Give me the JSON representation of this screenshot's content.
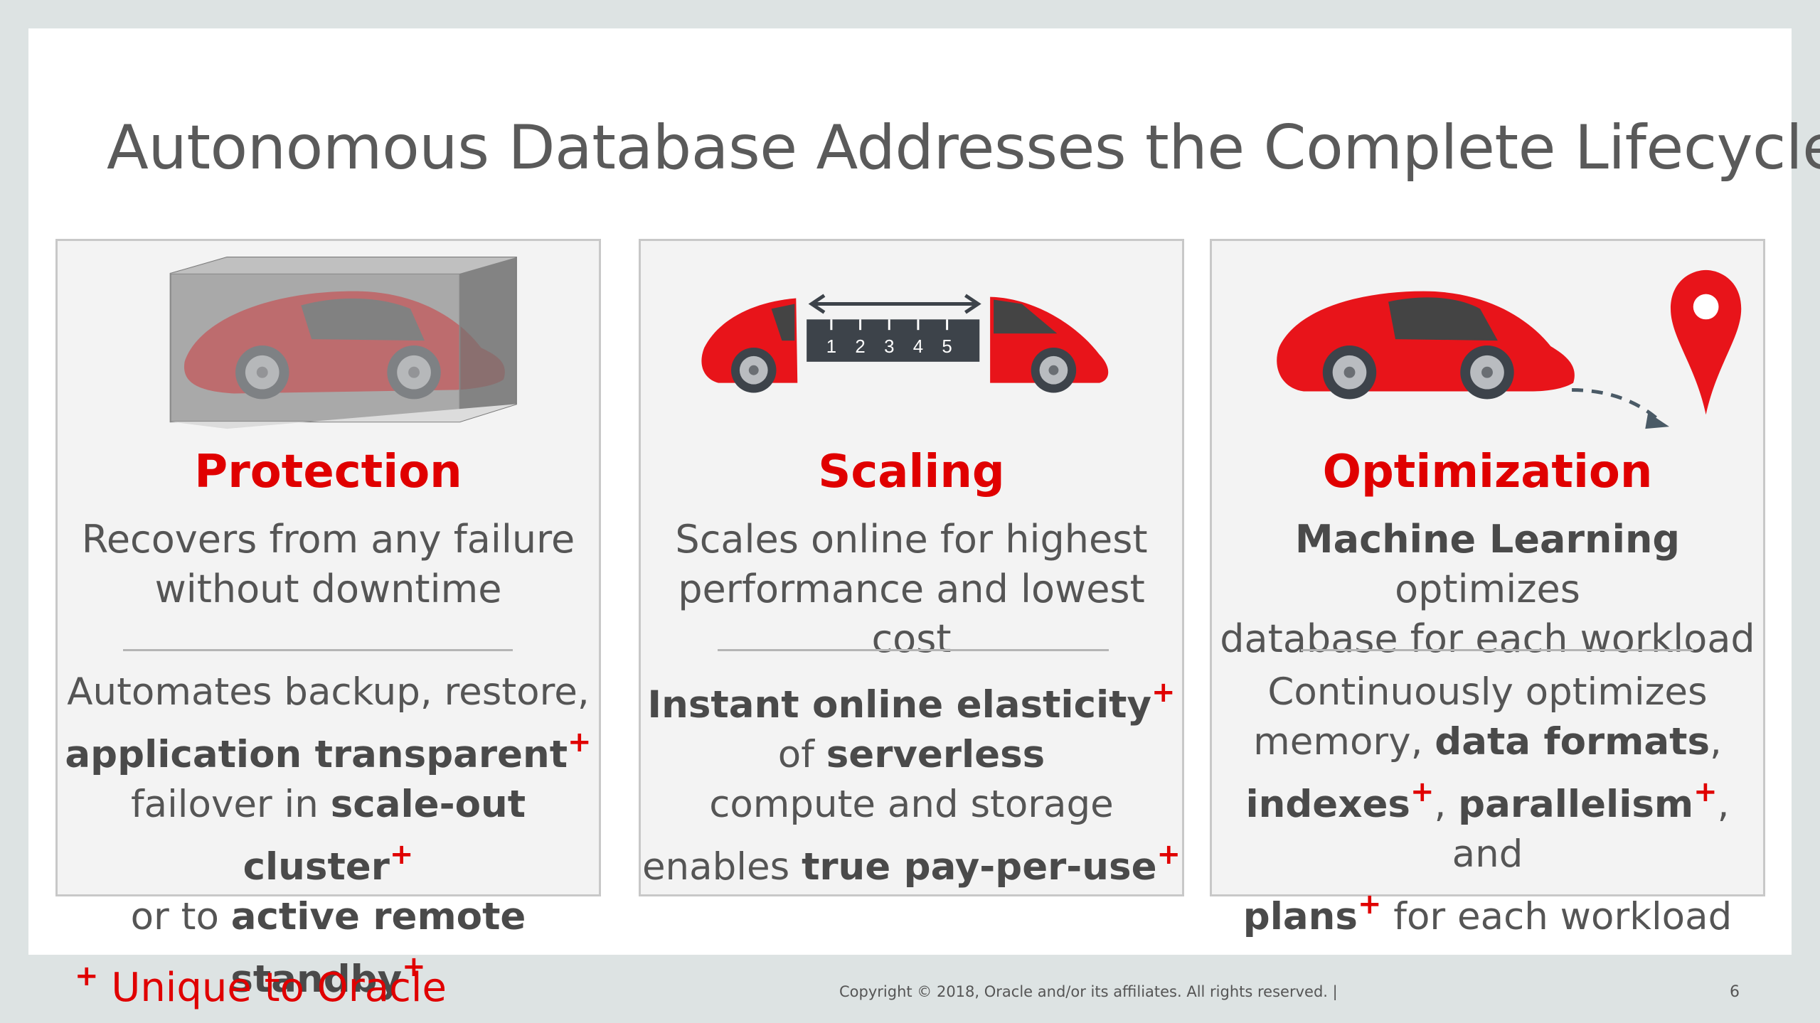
{
  "slide": {
    "title": "Autonomous Database Addresses the Complete Lifecycle",
    "panels": [
      {
        "heading": "Protection",
        "desc_lines": [
          "Recovers from any failure",
          "without downtime"
        ],
        "detail": {
          "l1": "Automates backup, restore,",
          "l2_b": "application transparent",
          "l3_a": "failover in ",
          "l3_b": "scale-out cluster",
          "l4_a": "or to ",
          "l4_b": "active remote standby"
        }
      },
      {
        "heading": "Scaling",
        "desc_lines": [
          "Scales online for highest",
          "performance and lowest cost"
        ],
        "ruler_numbers": [
          "1",
          "2",
          "3",
          "4",
          "5"
        ],
        "detail": {
          "l1_b": "Instant online elasticity",
          "l2_a": "of ",
          "l2_b": "serverless",
          "l3": "compute and storage",
          "l4_a": "enables ",
          "l4_b": "true pay-per-use"
        }
      },
      {
        "heading": "Optimization",
        "desc_b": "Machine Learning",
        "desc_a": " optimizes",
        "desc_l2": "database for each workload",
        "detail": {
          "l1": "Continuously optimizes",
          "l2_a": "memory, ",
          "l2_b": "data formats",
          "l2_c": ",",
          "l3_b1": "indexes",
          "l3_a": ", ",
          "l3_b2": "parallelism",
          "l3_c": ", and",
          "l4_b": "plans",
          "l4_a": " for each workload"
        }
      }
    ],
    "plus_symbol": "+",
    "footnote": "Unique to Oracle",
    "copyright": "Copyright © 2018, Oracle and/or its affiliates. All rights reserved.  |",
    "page_number": "6"
  },
  "colors": {
    "accent_red": "#e00000",
    "car_red": "#e8141a",
    "text_gray": "#555555",
    "background": "#dde3e3"
  },
  "icons": [
    "car-in-box-icon",
    "split-car-ruler-icon",
    "car-to-location-icon",
    "location-pin-icon"
  ]
}
